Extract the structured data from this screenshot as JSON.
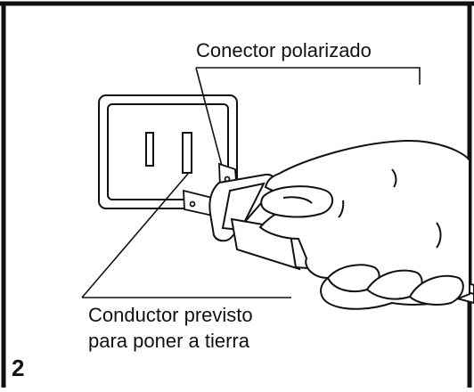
{
  "callouts": {
    "top": "Conector polarizado",
    "bottom_line1": "Conductor previsto",
    "bottom_line2": "para poner a tierra"
  },
  "figure_number": "2",
  "colors": {
    "ink": "#111111",
    "paper": "#ffffff"
  },
  "icons": {
    "outlet": "wall-outlet-icon",
    "plug": "polarized-plug-icon",
    "hand": "hand-icon"
  }
}
